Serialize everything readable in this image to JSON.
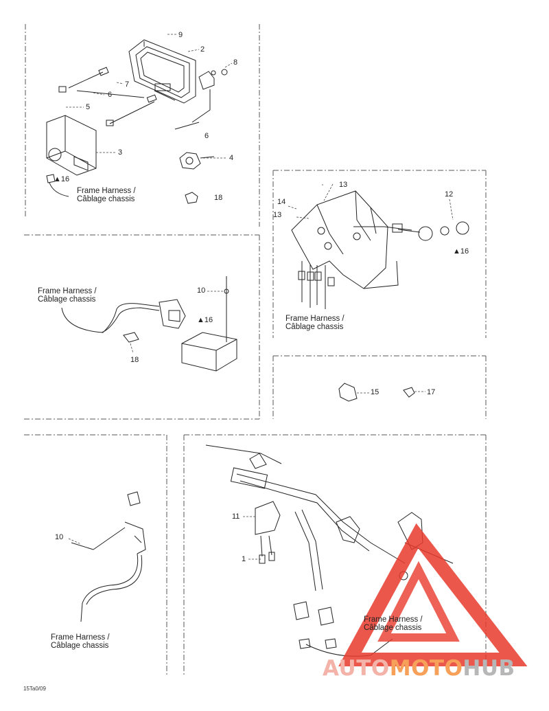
{
  "labels": {
    "n1": "1",
    "n2": "2",
    "n3": "3",
    "n4": "4",
    "n5": "5",
    "n6a": "6",
    "n6b": "6",
    "n7": "7",
    "n8": "8",
    "n9": "9",
    "n10a": "10",
    "n10b": "10",
    "n11": "11",
    "n12": "12",
    "n13a": "13",
    "n13b": "13",
    "n14": "14",
    "n15": "15",
    "n16a": "16",
    "n16b": "16",
    "n16c": "16",
    "n17": "17",
    "n18a": "18",
    "n18b": "18"
  },
  "harness": {
    "en": "Frame Harness /",
    "fr": "Câblage chassis"
  },
  "doc_ref": "15Ta0/09",
  "watermark": {
    "part1": "AUTO",
    "part2": "MOTO",
    "part3": "HUB",
    "colors": {
      "triangle": "#e8392c",
      "part1": "#f3b3a8",
      "part2": "#f6a05a",
      "part3": "#b7b7b7"
    }
  }
}
